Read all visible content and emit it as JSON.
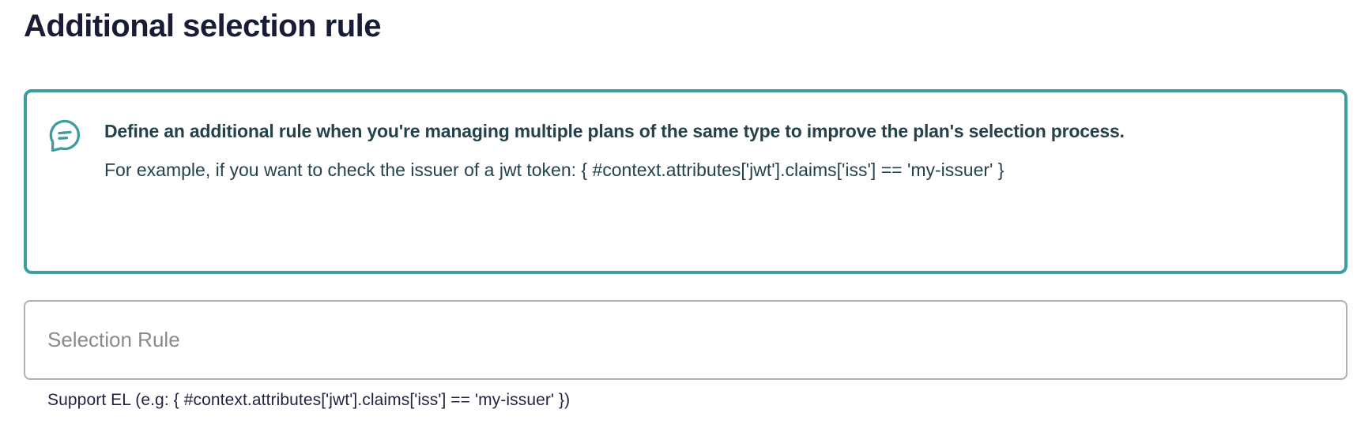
{
  "page": {
    "title": "Additional selection rule"
  },
  "info_banner": {
    "icon": "chat-bubble-icon",
    "title": "Define an additional rule when you're managing multiple plans of the same type to improve the plan's selection process.",
    "example": "For example, if you want to check the issuer of a jwt token: { #context.attributes['jwt'].claims['iss'] == 'my-issuer' }"
  },
  "form": {
    "selection_rule": {
      "label": "Selection Rule",
      "value": "",
      "hint": "Support EL (e.g: { #context.attributes['jwt'].claims['iss'] == 'my-issuer' })"
    }
  },
  "colors": {
    "accent_teal": "#3c9ea0",
    "heading_ink": "#191c36",
    "banner_text": "#24424b",
    "hint_ink": "#1f2340",
    "field_border": "#b0b0b0",
    "label_gray": "#8a8a8a"
  }
}
